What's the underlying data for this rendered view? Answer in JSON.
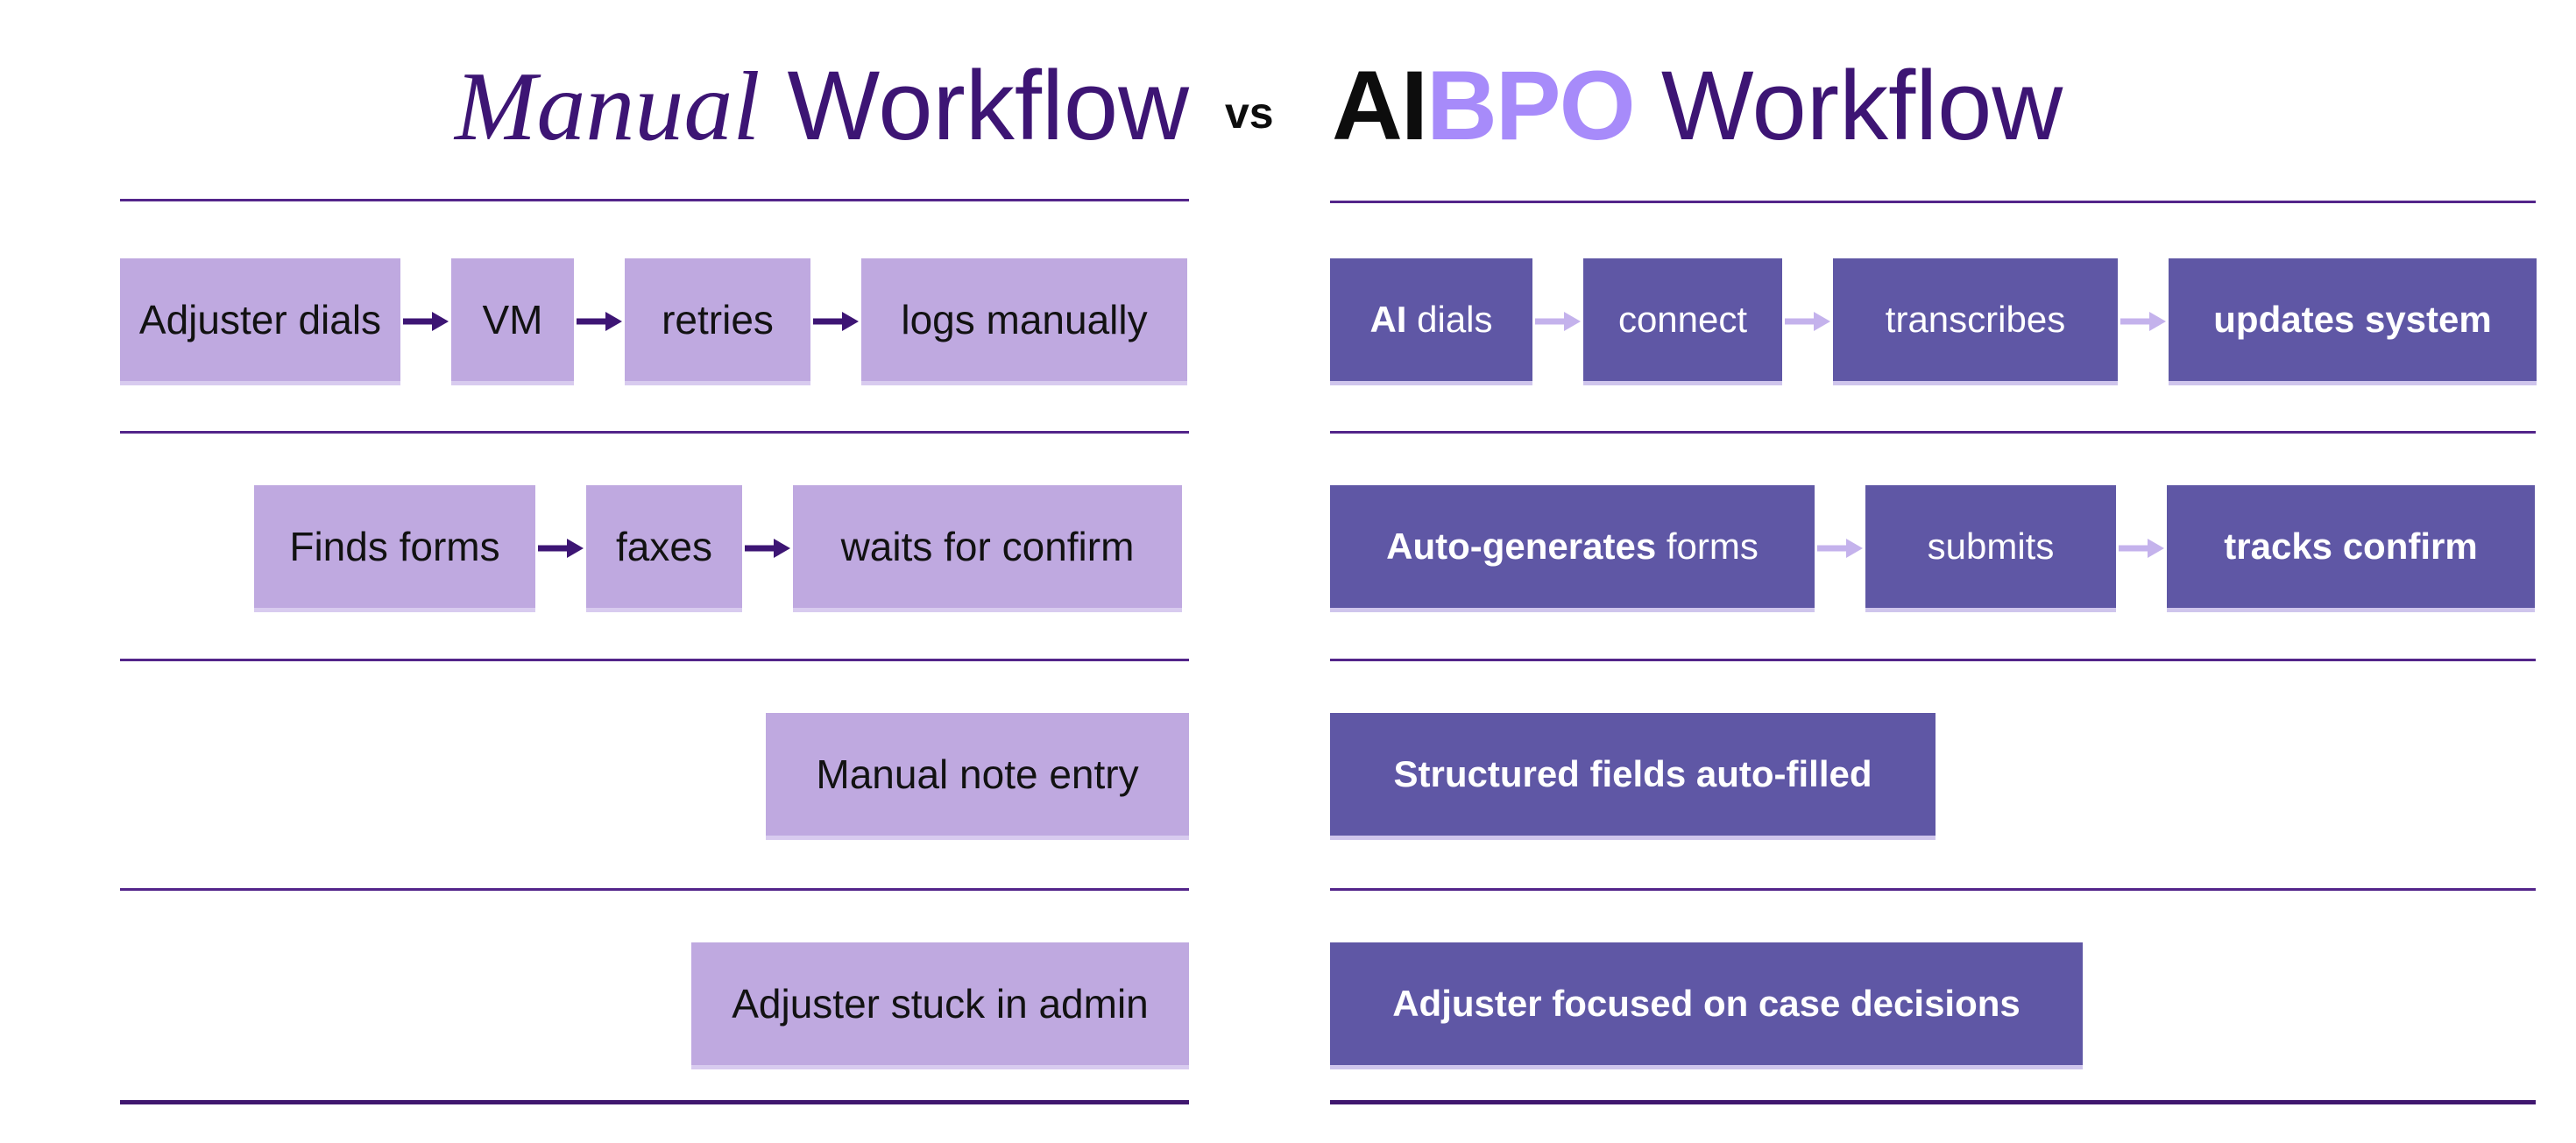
{
  "titles": {
    "left": {
      "italic": "Manual",
      "rest": " Workflow"
    },
    "vs": "vs",
    "right": {
      "ai": "AI",
      "bpo": "BPO",
      "rest": " Workflow"
    }
  },
  "colors": {
    "title_purple": "#3d1574",
    "bpo_lavender": "#a78bfa",
    "light_box": "#bfa9e0",
    "dark_box": "#5f57a5",
    "left_arrow": "#3d1574",
    "right_arrow": "#c4b2ec",
    "divider": "#53258a",
    "box_text_dark": "#121212",
    "box_text_light": "#ffffff"
  },
  "left_column": {
    "rows": [
      {
        "boxes": [
          {
            "text": "Adjuster dials"
          },
          {
            "text": "VM"
          },
          {
            "text": "retries"
          },
          {
            "text": "logs manually"
          }
        ]
      },
      {
        "boxes": [
          {
            "text": "Finds forms"
          },
          {
            "text": "faxes"
          },
          {
            "text": "waits for confirm"
          }
        ]
      },
      {
        "boxes": [
          {
            "text": "Manual note entry"
          }
        ]
      },
      {
        "boxes": [
          {
            "text": "Adjuster stuck in admin"
          }
        ]
      }
    ]
  },
  "right_column": {
    "rows": [
      {
        "boxes": [
          {
            "bold": "AI",
            "rest": " dials"
          },
          {
            "bold": "",
            "rest": "connect"
          },
          {
            "bold": "",
            "rest": "transcribes"
          },
          {
            "bold": "updates system",
            "rest": ""
          }
        ]
      },
      {
        "boxes": [
          {
            "bold": "Auto-generates",
            "rest": " forms"
          },
          {
            "bold": "",
            "rest": "submits"
          },
          {
            "bold": "tracks confirm",
            "rest": ""
          }
        ]
      },
      {
        "boxes": [
          {
            "bold": "Structured fields auto-filled",
            "rest": ""
          }
        ]
      },
      {
        "boxes": [
          {
            "bold": "Adjuster focused on case decisions",
            "rest": ""
          }
        ]
      }
    ]
  }
}
